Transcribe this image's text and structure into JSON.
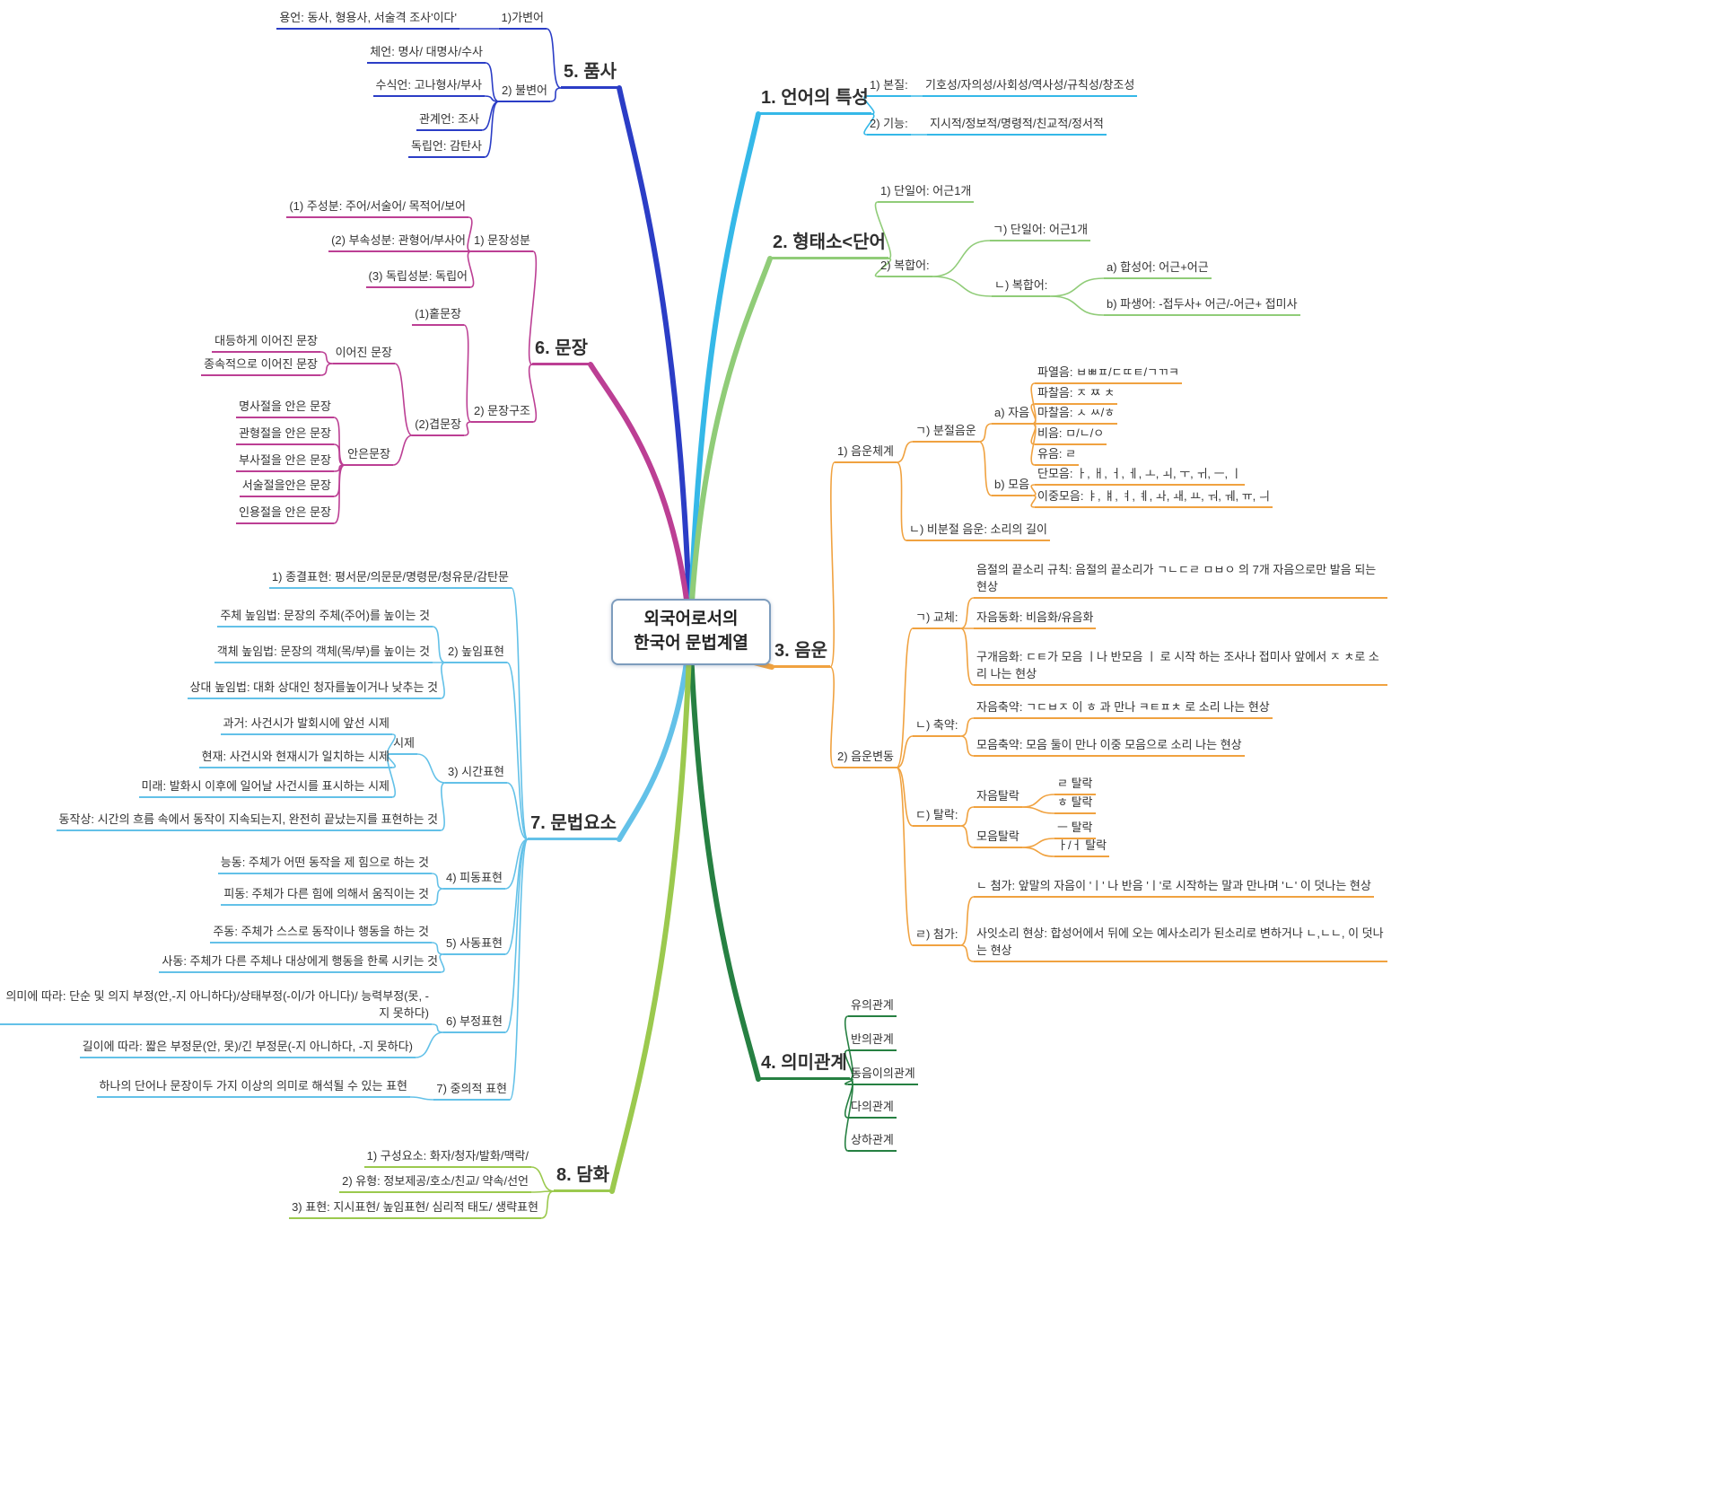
{
  "center": {
    "line1": "외국어로서의",
    "line2": "한국어 문법계열"
  },
  "colors": {
    "c1": "#35b8e8",
    "c2": "#90cc78",
    "c3": "#f0a240",
    "c4": "#268042",
    "c5": "#2b3dc6",
    "c6": "#bc3f94",
    "c7": "#63c1e8",
    "c8": "#9bc94e"
  },
  "b1": {
    "label": "1. 언어의 특성",
    "essence": {
      "label": "1) 본질:",
      "value": "기호성/자의성/사회성/역사성/규칙성/창조성"
    },
    "function": {
      "label": "2) 기능:",
      "value": "지시적/정보적/명령적/친교적/정서적"
    }
  },
  "b2": {
    "label": "2. 형태소<단어",
    "single": "1) 단일어: 어근1개",
    "complex": {
      "label": "2) 복합어:",
      "single": "ㄱ) 단일어: 어근1개",
      "complex": {
        "label": "ㄴ) 복합어:",
        "compound": "a) 합성어: 어근+어근",
        "derived": "b) 파생어: -접두사+ 어근/-어근+ 접미사"
      }
    }
  },
  "b3": {
    "label": "3. 음운",
    "system": {
      "label": "1) 음운체계",
      "segmental": {
        "label": "ㄱ) 분절음운",
        "consonant": {
          "label": "a) 자음",
          "plosive": "파열음: ㅂㅃㅍ/ㄷㄸㅌ/ㄱㄲㅋ",
          "affricate": "파찰음: ㅈ ㅉ ㅊ",
          "fricative": "마찰음: ㅅ ㅆ/ㅎ",
          "nasal": "비음: ㅁ/ㄴ/ㅇ",
          "liquid": "유음: ㄹ"
        },
        "vowel": {
          "label": "b) 모음",
          "monophthong": "단모음: ㅏ, ㅐ, ㅓ, ㅔ, ㅗ, ㅚ, ㅜ, ㅟ, ㅡ, ㅣ",
          "diphthong": "이중모음: ㅑ, ㅒ, ㅕ, ㅖ, ㅘ, ㅙ, ㅛ, ㅝ, ㅞ, ㅠ, ㅢ"
        }
      },
      "suprasegmental": "ㄴ) 비분절 음운: 소리의 길이"
    },
    "change": {
      "label": "2) 음운변동",
      "replacement": {
        "label": "ㄱ) 교체:",
        "final_sound": "음절의 끝소리 규칙: 음절의 끝소리가 ㄱㄴㄷㄹ ㅁㅂㅇ 의 7개 자음으로만 발음 되는 현상",
        "assimilation": "자음동화: 비음화/유음화",
        "palatalization": "구개음화: ㄷㅌ가 모음 ㅣ나 반모음 ㅣ 로 시작 하는 조사나 접미사 앞에서 ㅈ ㅊ로 소리 나는 현상"
      },
      "contraction": {
        "label": "ㄴ) 축약:",
        "consonant": "자음축약: ㄱㄷㅂㅈ 이 ㅎ 과 만나 ㅋㅌㅍㅊ 로 소리 나는 현상",
        "vowel": "모음축약: 모음 둘이 만나 이중 모음으로 소리 나는 현상"
      },
      "deletion": {
        "label": "ㄷ) 탈락:",
        "consonant": {
          "label": "자음탈락",
          "l": "ㄹ 탈락",
          "h": "ㅎ 탈락"
        },
        "vowel": {
          "label": "모음탈락",
          "eu": "ㅡ 탈락",
          "a_eo": "ㅏ/ㅓ 탈락"
        }
      },
      "addition": {
        "label": "ㄹ) 첨가:",
        "n_addition": "ㄴ 첨가: 앞말의 자음이 'ㅣ' 나 반음 'ㅣ'로 시작하는 말과 만나며 'ㄴ' 이 덧나는 현상",
        "sai_sori": "사잇소리 현상: 합성어에서 뒤에 오는 예사소리가 된소리로 변하거나 ㄴ,ㄴㄴ, 이 덧나는 현상"
      }
    }
  },
  "b4": {
    "label": "4. 의미관계",
    "synonymy": "유의관계",
    "antonymy": "반의관계",
    "homonymy": "동음이의관계",
    "polysemy": "다의관계",
    "hyponymy": "상하관계"
  },
  "b5": {
    "label": "5. 품사",
    "variable": {
      "label": "1)가변어",
      "yongeon": "용언: 동사, 형용사, 서술격 조사'이다'"
    },
    "invariable": {
      "label": "2) 불변어",
      "cheeon": "체언: 명사/ 대명사/수사",
      "susikeon": "수식언: 고나형사/부사",
      "gwangyeeon": "관계언: 조사",
      "dongnibeon": "독립언: 감탄사"
    }
  },
  "b6": {
    "label": "6. 문장",
    "components": {
      "label": "1) 문장성분",
      "main": "(1) 주성분: 주어/서술어/ 목적어/보어",
      "attached": "(2) 부속성분: 관형어/부사어",
      "independent": "(3) 독립성분: 독립어"
    },
    "structure": {
      "label": "2) 문장구조",
      "simple": "(1)홑문장",
      "compound": {
        "label": "(2)겹문장",
        "conjoined": {
          "label": "이어진 문장",
          "coordinate": "대등하게 이어진 문장",
          "subordinate": "종속적으로 이어진 문장"
        },
        "embedded": {
          "label": "안은문장",
          "noun": "명사절을 안은 문장",
          "adnominal": "관형절을 안은 문장",
          "adverbial": "부사절을 안은 문장",
          "predicative": "서술절을안은 문장",
          "quotative": "인용절을 안은 문장"
        }
      }
    }
  },
  "b7": {
    "label": "7. 문법요소",
    "ending": "1) 종결표현: 평서문/의문문/명령문/청유문/감탄문",
    "honorific": {
      "label": "2) 높임표현",
      "subject": "주체 높임법: 문장의 주체(주어)를 높이는 것",
      "object": "객체 높임법: 문장의 객체(목/부)를 높이는 것",
      "relative": "상대 높임법: 대화 상대인 청자를높이거나 낮추는 것"
    },
    "time": {
      "label": "3) 시간표현",
      "tense": {
        "label": "시제",
        "past": "과거: 사건시가 발회시에 앞선 시제",
        "present": "현재: 사건시와 현재시가 일치하는 시제",
        "future": "미래: 발화시 이후에 일어날 사건시를 표시하는 시제"
      },
      "aspect": "동작상: 시간의 흐름 속에서 동작이 지속되는지, 완전히 끝났는지를 표현하는 것"
    },
    "passive": {
      "label": "4) 피동표현",
      "active": "능동: 주체가 어떤 동작을 제 힘으로 하는 것",
      "passive": "피동: 주체가 다른 힘에 의해서 움직이는 것"
    },
    "causative": {
      "label": "5) 사동표현",
      "judong": "주동: 주체가 스스로 동작이나 행동을 하는 것",
      "sadong": "사동: 주체가 다른 주체나 대상에게 행동을 한록 시키는 것"
    },
    "negation": {
      "label": "6) 부정표현",
      "by_meaning": "의미에 따라: 단순 및 의지 부정(안,-지  아니하다)/상태부정(-이/가 아니다)/ 능력부정(못, -지 못하다)",
      "by_length": "길이에 따라: 짧은 부정문(안, 못)/긴 부정문(-지 아니하다, -지 못하다)"
    },
    "ambiguity": {
      "label": "7) 중의적 표현",
      "desc": "하나의 단어나 문장이두 가지 이상의 의미로 해석될 수 있는 표현"
    }
  },
  "b8": {
    "label": "8. 담화",
    "components": "1) 구성요소: 화자/청자/발화/맥락/",
    "types": "2) 유형: 정보제공/호소/친교/ 약속/선언",
    "expressions": "3) 표현: 지시표현/ 높임표현/ 심리적 태도/ 생략표현"
  }
}
